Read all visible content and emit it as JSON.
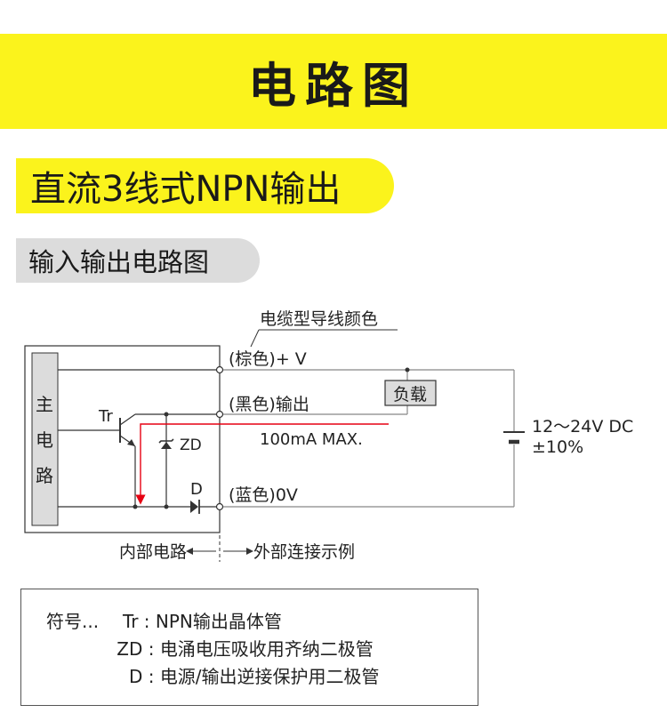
{
  "header": {
    "title": "电路图"
  },
  "section": {
    "title": "直流3线式NPN输出"
  },
  "subsection": {
    "title": "输入输出电路图"
  },
  "diagram": {
    "cable_label": "电缆型导线颜色",
    "wire_brown": "(棕色)+ V",
    "wire_black": "(黑色)输出",
    "wire_blue": "(蓝色)0V",
    "current_label": "100mA MAX.",
    "load_label": "负载",
    "supply_voltage": "12～24V DC",
    "supply_tolerance": "±10%",
    "main_circuit": [
      "主",
      "电",
      "路"
    ],
    "tr_label": "Tr",
    "zd_label": "ZD",
    "d_label": "D",
    "internal_label": "内部电路",
    "external_label": "外部连接示例",
    "colors": {
      "current_arrow": "#e60012",
      "wire": "#888888",
      "line": "#333333"
    }
  },
  "legend": {
    "prefix": "符号...",
    "items": [
      {
        "symbol": "Tr",
        "sep": " : ",
        "text": "NPN输出晶体管"
      },
      {
        "symbol": "ZD",
        "sep": " : ",
        "text": "电涌电压吸收用齐纳二极管"
      },
      {
        "symbol": "D",
        "sep": " : ",
        "text": "电源/输出逆接保护用二极管"
      }
    ]
  }
}
